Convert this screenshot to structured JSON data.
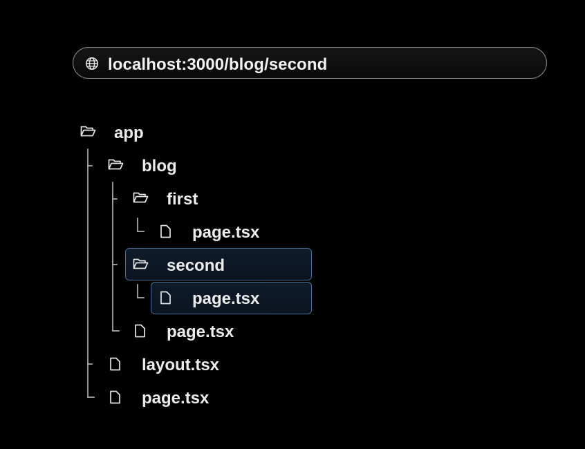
{
  "url_bar": {
    "icon": "globe-icon",
    "url": "localhost:3000/blog/second"
  },
  "tree": {
    "app": {
      "label": "app",
      "type": "folder"
    },
    "blog": {
      "label": "blog",
      "type": "folder"
    },
    "first": {
      "label": "first",
      "type": "folder"
    },
    "first_page": {
      "label": "page.tsx",
      "type": "file"
    },
    "second": {
      "label": "second",
      "type": "folder",
      "highlighted": true
    },
    "second_page": {
      "label": "page.tsx",
      "type": "file",
      "highlighted": true
    },
    "blog_page": {
      "label": "page.tsx",
      "type": "file"
    },
    "layout": {
      "label": "layout.tsx",
      "type": "file"
    },
    "app_page": {
      "label": "page.tsx",
      "type": "file"
    }
  },
  "colors": {
    "background": "#000000",
    "text": "#ececec",
    "highlight_border": "#4d6f96",
    "highlight_fill": "#0f1b2b",
    "tree_line": "#bdbdbd"
  }
}
